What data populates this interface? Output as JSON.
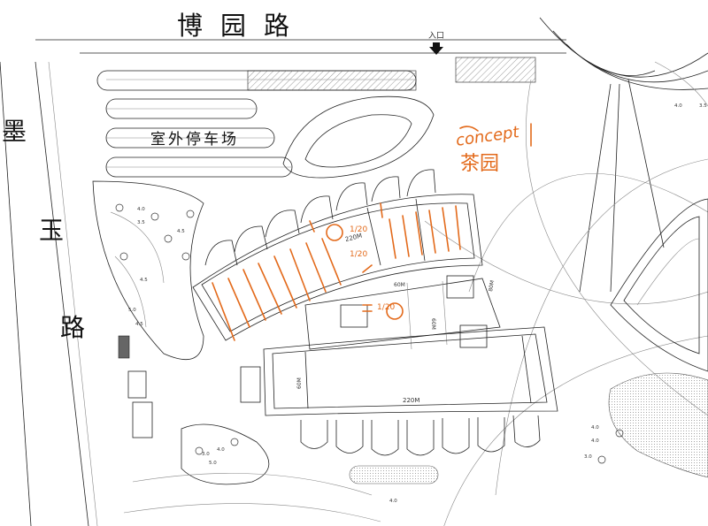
{
  "roads": {
    "north": "博园路",
    "west_chars": [
      "墨",
      "玉",
      "路"
    ]
  },
  "labels": {
    "entrance": "入口",
    "parking": "室外停车场",
    "concept_word": "concept",
    "concept_cn": "茶园"
  },
  "dimensions": {
    "north_hall": "220M",
    "south_hall": "220M",
    "mid_a": "60M",
    "mid_b": "60M",
    "side_a": "60M",
    "side_b": "80M"
  },
  "handwriting": {
    "note_a": "1/20",
    "note_b": "1/20",
    "note_c": "1/20"
  },
  "elevations": {
    "e1": "4.0",
    "e2": "3.5",
    "e3": "4.5",
    "e4": "4.5",
    "e5": "5.0",
    "e6": "4.5",
    "e7": "4.0",
    "e8": "3.0",
    "e9": "4.0",
    "e10": "3.5",
    "e11": "4.0",
    "e12": "3.0",
    "e13": "4.0",
    "e14": "5.0",
    "e15": "4.0"
  },
  "colors": {
    "line": "#222222",
    "orange": "#e36a1b",
    "hatch": "#aaaaaa"
  }
}
